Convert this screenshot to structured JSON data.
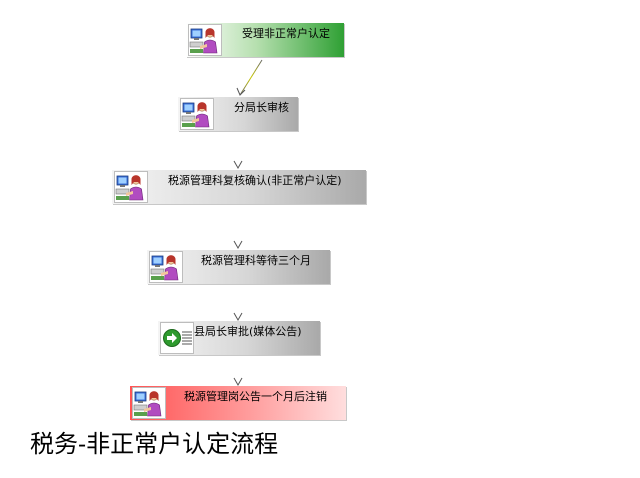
{
  "title": "税务-非正常户认定流程",
  "steps": [
    {
      "label": "受理非正常户认定",
      "style": "green",
      "icon": "clerk-computer-icon"
    },
    {
      "label": "分局长审核",
      "style": "gray",
      "icon": "clerk-computer-icon"
    },
    {
      "label": "税源管理科复核确认(非正常户认定)",
      "style": "gray",
      "icon": "clerk-computer-icon"
    },
    {
      "label": "税源管理科等待三个月",
      "style": "gray",
      "icon": "clerk-computer-icon"
    },
    {
      "label": "县局长审批(媒体公告)",
      "style": "gray",
      "icon": "green-arrow-icon"
    },
    {
      "label": "税源管理岗公告一个月后注销",
      "style": "red",
      "icon": "clerk-computer-icon"
    }
  ],
  "colors": {
    "start": "#2fa034",
    "end": "#ff5353",
    "connector": "#666666",
    "connector_mid": "#c8c800"
  }
}
